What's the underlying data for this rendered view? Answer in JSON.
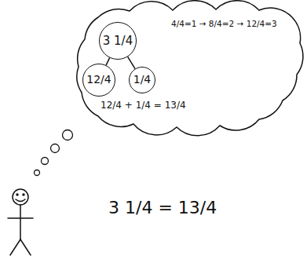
{
  "diagram": {
    "nodes": [
      {
        "text": [
          "3 1/4"
        ]
      },
      {
        "text": [
          "12/4"
        ]
      },
      {
        "text": [
          "1/4"
        ]
      }
    ],
    "edges": [
      {
        "from": 0,
        "to": 1,
        "arrow": "none"
      },
      {
        "from": 0,
        "to": 2,
        "arrow": "none"
      }
    ],
    "labels": [
      "4/4=1 → 8/4=2 → 12/4=3",
      "12/4 + 1/4 = 13/4",
      "3 1/4 = 13/4"
    ]
  }
}
